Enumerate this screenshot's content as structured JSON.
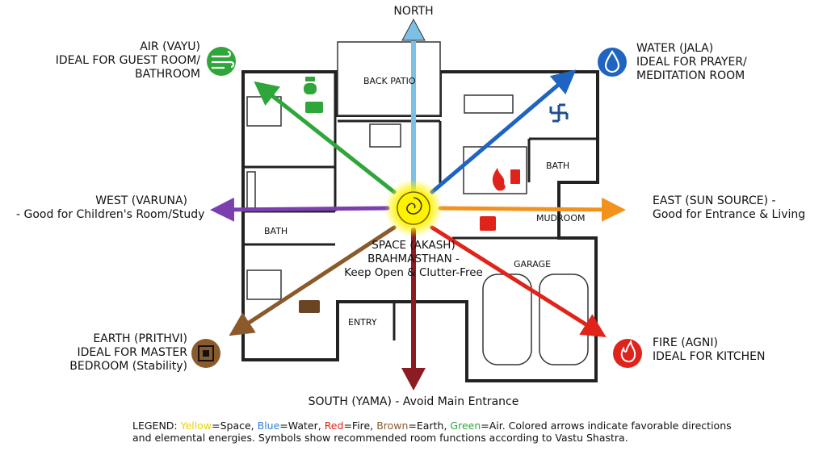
{
  "directions": {
    "north": "NORTH",
    "south": "SOUTH (YAMA) - Avoid Main Entrance",
    "air": [
      "AIR (VAYU)",
      "IDEAL FOR GUEST ROOM/",
      "BATHROOM"
    ],
    "water": [
      "WATER (JALA)",
      "IDEAL FOR PRAYER/",
      "MEDITATION ROOM"
    ],
    "west": [
      "WEST (VARUNA)",
      "- Good for Children's Room/Study"
    ],
    "east": [
      "EAST (SUN SOURCE) -",
      "Good for Entrance & Living"
    ],
    "earth": [
      "EARTH (PRITHVI)",
      "IDEAL FOR MASTER",
      "BEDROOM (Stability)"
    ],
    "fire": [
      "FIRE (AGNI)",
      "IDEAL FOR KITCHEN"
    ]
  },
  "center": [
    "SPACE (AKASH)",
    "BRAHMASTHAN -",
    "Keep Open & Clutter-Free"
  ],
  "rooms": {
    "back_patio": "BACK PATIO",
    "bath_west": "BATH",
    "bath_east": "BATH",
    "mudroom": "MUDROOM",
    "garage": "GARAGE",
    "entry": "ENTRY"
  },
  "legend": {
    "prefix": "LEGEND: ",
    "items": [
      {
        "key": "Yellow",
        "label": "Space"
      },
      {
        "key": "Blue",
        "label": "Water"
      },
      {
        "key": "Red",
        "label": "Fire"
      },
      {
        "key": "Brown",
        "label": "Earth"
      },
      {
        "key": "Green",
        "label": "Air"
      }
    ],
    "tail1": ". Colored arrows indicate favorable directions",
    "line2": "and elemental energies. Symbols show recommended room functions according to Vastu Shastra."
  },
  "colors": {
    "air": "#2fa63a",
    "water": "#1f64c0",
    "fire": "#e0231b",
    "earth": "#8a5a2b",
    "west": "#7b3fb0",
    "east": "#f2921c",
    "north": "#7cc0e6",
    "south": "#8c1b22",
    "space": "#f5e400"
  },
  "icons": [
    "wind-icon",
    "water-drop-icon",
    "earth-square-icon",
    "flame-icon",
    "swastika-icon",
    "sun-swirl-icon"
  ]
}
